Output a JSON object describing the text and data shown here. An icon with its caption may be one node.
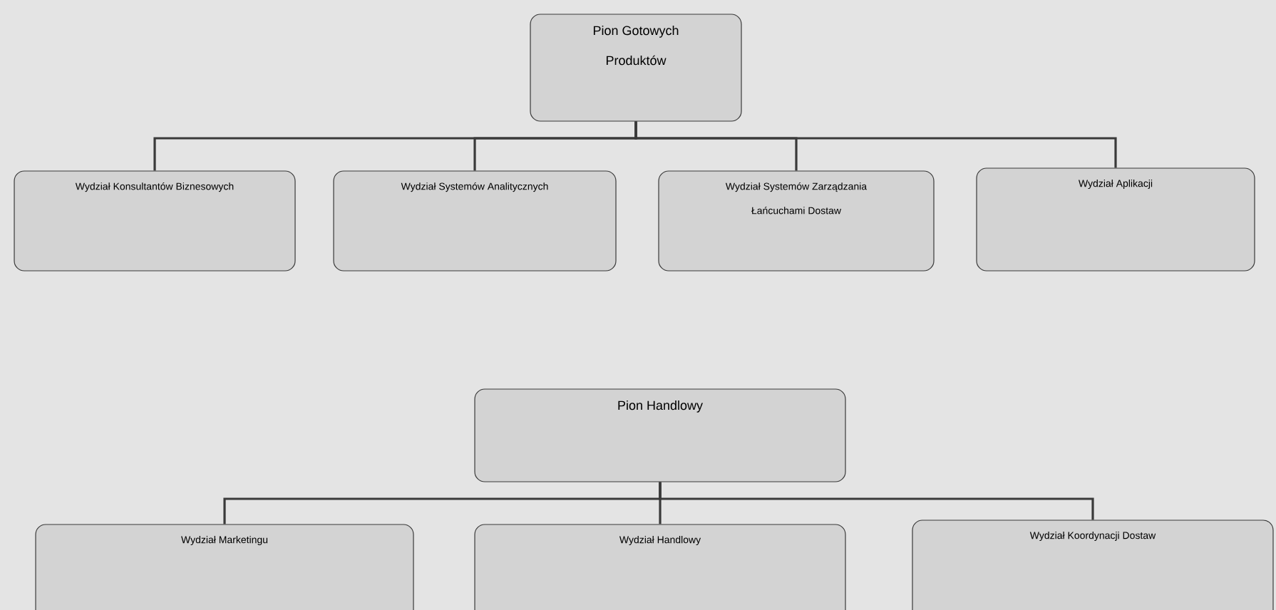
{
  "diagram": {
    "nodes": [
      {
        "text": [
          "Pion Gotowych Produktów"
        ]
      },
      {
        "text": [
          "Wydział Konsultantów Biznesowych"
        ]
      },
      {
        "text": [
          "Wydział Systemów Analitycznych"
        ]
      },
      {
        "text": [
          "Wydział Systemów Zarządzania Łańcuchami Dostaw"
        ]
      },
      {
        "text": [
          "Wydział Aplikacji"
        ]
      },
      {
        "text": [
          "Pion Handlowy"
        ]
      },
      {
        "text": [
          "Wydział Marketingu"
        ]
      },
      {
        "text": [
          "Wydział Handlowy"
        ]
      },
      {
        "text": [
          "Wydział Koordynacji Dostaw"
        ]
      }
    ],
    "edges": [
      {
        "from": 0,
        "to": 1,
        "arrow": "none"
      },
      {
        "from": 0,
        "to": 2,
        "arrow": "none"
      },
      {
        "from": 0,
        "to": 3,
        "arrow": "none"
      },
      {
        "from": 0,
        "to": 4,
        "arrow": "none"
      },
      {
        "from": 5,
        "to": 6,
        "arrow": "none"
      },
      {
        "from": 5,
        "to": 7,
        "arrow": "none"
      },
      {
        "from": 5,
        "to": 8,
        "arrow": "none"
      }
    ]
  }
}
